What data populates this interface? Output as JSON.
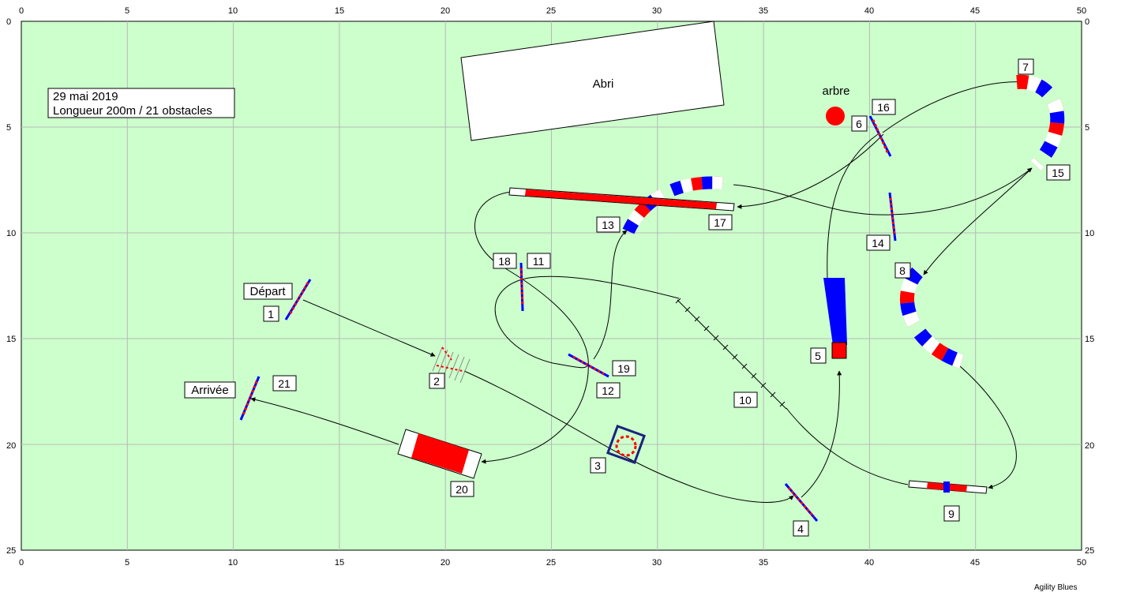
{
  "course": {
    "date": "29 mai 2019",
    "summary": "Longueur 200m / 21 obstacles",
    "shelter_label": "Abri",
    "tree_label": "arbre",
    "start_label": "Départ",
    "finish_label": "Arrivée",
    "credit": "Agility Blues",
    "field_width": 50,
    "field_height": 25,
    "x_ticks": [
      "0",
      "5",
      "10",
      "15",
      "20",
      "25",
      "30",
      "35",
      "40",
      "45",
      "50"
    ],
    "y_ticks": [
      "0",
      "5",
      "10",
      "15",
      "20",
      "25"
    ]
  },
  "numbers": {
    "n1": "1",
    "n2": "2",
    "n3": "3",
    "n4": "4",
    "n5": "5",
    "n6": "6",
    "n7": "7",
    "n8": "8",
    "n9": "9",
    "n10": "10",
    "n11": "11",
    "n12": "12",
    "n13": "13",
    "n14": "14",
    "n15": "15",
    "n16": "16",
    "n17": "17",
    "n18": "18",
    "n19": "19",
    "n20": "20",
    "n21": "21"
  },
  "colors": {
    "field": "#ccffcc",
    "grid": "#b8b8b8",
    "red": "#ff0000",
    "blue": "#0000ff",
    "navy": "#1a237e"
  }
}
